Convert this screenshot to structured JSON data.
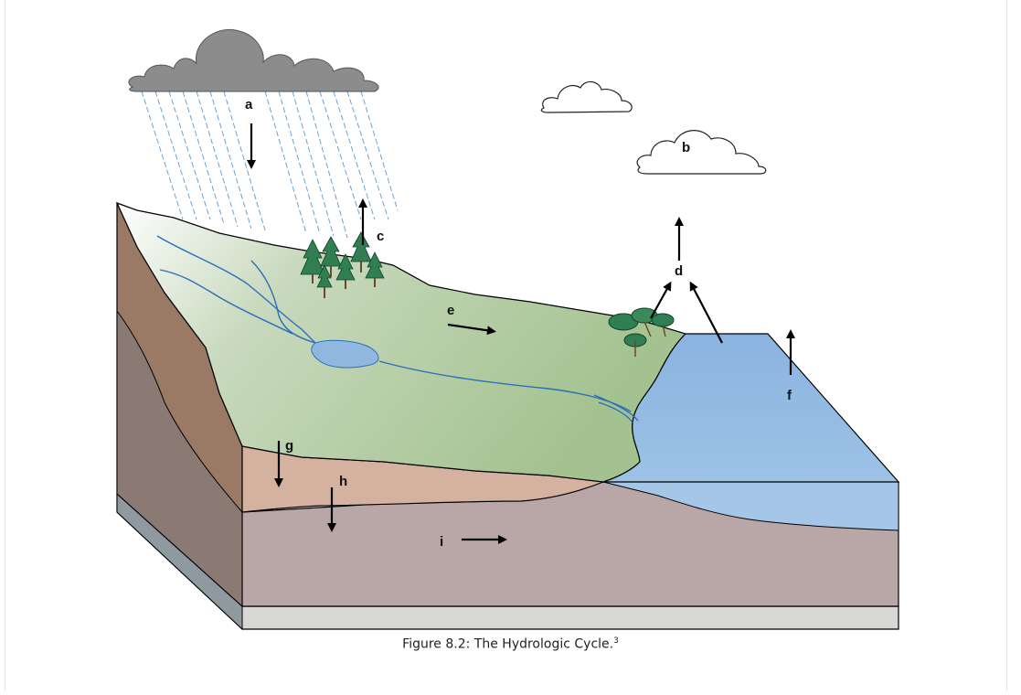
{
  "figure": {
    "caption_text": "Figure 8.2: The Hydrologic Cycle.",
    "caption_superscript": "3"
  },
  "labels": {
    "a": "a",
    "b": "b",
    "c": "c",
    "d": "d",
    "e": "e",
    "f": "f",
    "g": "g",
    "h": "h",
    "i": "i"
  },
  "colors": {
    "land_green": "#a9c695",
    "water_blue": "#8fb7e0",
    "soil_pink": "#d5b1a0",
    "rock_purple": "#b9a6a6",
    "cliff_brown": "#9a7a64",
    "base_gray": "#d7d8d6",
    "cloud_gray": "#8c8c8c"
  }
}
